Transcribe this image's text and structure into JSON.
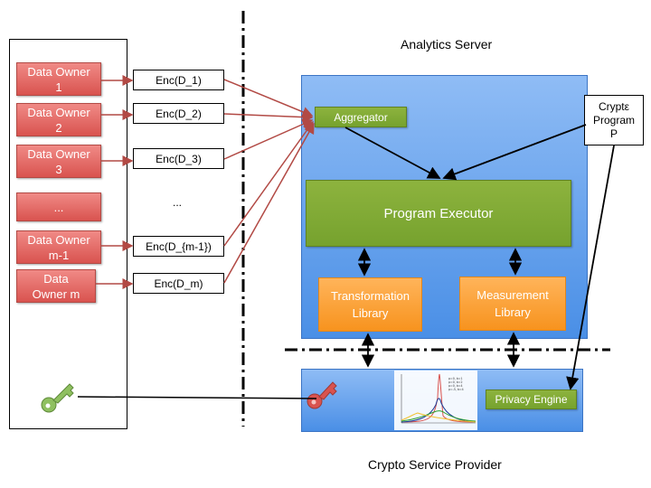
{
  "labels": {
    "analytics_server": "Analytics Server",
    "crypto_service_provider": "Crypto Service Provider"
  },
  "data_owners": [
    "Data Owner\n1",
    "Data Owner\n2",
    "Data Owner\n3",
    "...",
    "Data Owner\nm-1",
    "Data\nOwner m"
  ],
  "encrypted_data": [
    "Enc(D_1)",
    "Enc(D_2)",
    "Enc(D_3)",
    "...",
    "Enc(D_{m-1})",
    "Enc(D_m)"
  ],
  "components": {
    "aggregator": "Aggregator",
    "program_executor": "Program Executor",
    "transformation_library": "Transformation\nLibrary",
    "measurement_library": "Measurement\nLibrary",
    "privacy_engine": "Privacy Engine",
    "program": "Cryptε\nProgram\nP"
  },
  "colors": {
    "owner_red": "#d9534f",
    "green": "#7aa634",
    "orange": "#f7931e",
    "server_blue": "#6aa4ee",
    "arrow_red": "#b24a45"
  },
  "icons": [
    "key-icon-green",
    "key-icon-red",
    "distribution-plot-thumbnail"
  ],
  "plot_legend": [
    "p=0, b=1",
    "p=0, b=2",
    "p=0, b=4",
    "p=-5, b=4"
  ]
}
